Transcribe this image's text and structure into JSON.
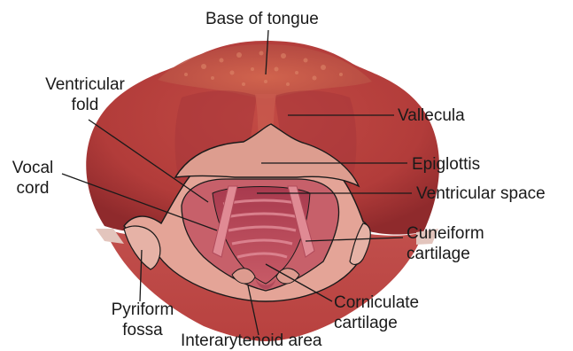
{
  "labels": {
    "base_of_tongue": "Base of tongue",
    "ventricular_fold": [
      "Ventricular",
      "fold"
    ],
    "vallecula": "Vallecula",
    "vocal_cord": [
      "Vocal",
      "cord"
    ],
    "epiglottis": "Epiglottis",
    "ventricular_space": "Ventricular space",
    "cuneiform_cartilage": [
      "Cuneiform",
      "cartilage"
    ],
    "corniculate_cartilage": [
      "Corniculate",
      "cartilage"
    ],
    "pyriform_fossa": [
      "Pyriform",
      "fossa"
    ],
    "interarytenoid_area": "Interarytenoid area"
  },
  "colors": {
    "tongue": "#b9423f",
    "tongue_dark": "#9c2f30",
    "tongue_top": "#c8554c",
    "epiglottis": "#dc9a8e",
    "fold": "#c9606a",
    "space": "#b0485a",
    "cord": "#d77d88",
    "leader_line": "#1a1a1a"
  }
}
